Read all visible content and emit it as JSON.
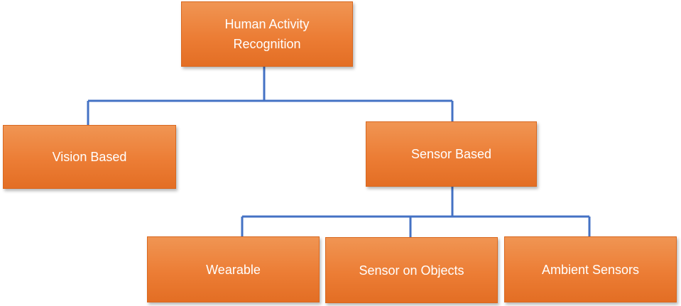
{
  "diagram": {
    "nodes": [
      {
        "id": "root",
        "label": "Human Activity\nRecognition"
      },
      {
        "id": "vision",
        "label": "Vision Based"
      },
      {
        "id": "sensor",
        "label": "Sensor Based"
      },
      {
        "id": "wearable",
        "label": "Wearable"
      },
      {
        "id": "objects",
        "label": "Sensor on Objects"
      },
      {
        "id": "ambient",
        "label": "Ambient Sensors"
      }
    ],
    "edges": [
      {
        "from": "root",
        "to": "vision"
      },
      {
        "from": "root",
        "to": "sensor"
      },
      {
        "from": "sensor",
        "to": "wearable"
      },
      {
        "from": "sensor",
        "to": "objects"
      },
      {
        "from": "sensor",
        "to": "ambient"
      }
    ],
    "colors": {
      "box": "#ec7d35",
      "text": "#ffffff",
      "connector": "#4472c4"
    }
  }
}
